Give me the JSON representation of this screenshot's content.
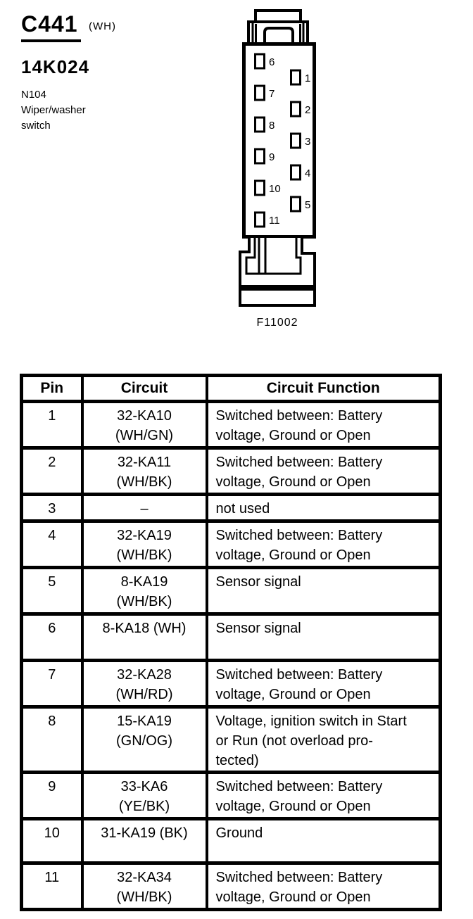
{
  "colors": {
    "ink": "#000000",
    "paper": "#ffffff"
  },
  "header": {
    "connector_id": "C441",
    "connector_color_code": "(WH)",
    "part_number": "14K024",
    "component_lines": [
      "N104",
      "Wiper/washer",
      "switch"
    ]
  },
  "diagram": {
    "figure_number": "F11002",
    "left_pin_labels": [
      "6",
      "7",
      "8",
      "9",
      "10",
      "11"
    ],
    "right_pin_labels": [
      "1",
      "2",
      "3",
      "4",
      "5"
    ]
  },
  "pin_table": {
    "headers": [
      "Pin",
      "Circuit",
      "Circuit Function"
    ],
    "rows": [
      {
        "pin": "1",
        "circuit": [
          "32-KA10",
          "(WH/GN)"
        ],
        "function": [
          "Switched between: Battery",
          "voltage, Ground or Open"
        ]
      },
      {
        "pin": "2",
        "circuit": [
          "32-KA11",
          "(WH/BK)"
        ],
        "function": [
          "Switched between: Battery",
          "voltage, Ground or Open"
        ]
      },
      {
        "pin": "3",
        "circuit": [
          "–"
        ],
        "function": [
          "not used"
        ]
      },
      {
        "pin": "4",
        "circuit": [
          "32-KA19",
          "(WH/BK)"
        ],
        "function": [
          "Switched between: Battery",
          "voltage, Ground or Open"
        ]
      },
      {
        "pin": "5",
        "circuit": [
          "8-KA19",
          "(WH/BK)"
        ],
        "function": [
          "Sensor signal"
        ]
      },
      {
        "pin": "6",
        "circuit": [
          "8-KA18 (WH)"
        ],
        "function": [
          "Sensor signal"
        ]
      },
      {
        "pin": "7",
        "circuit": [
          "32-KA28",
          "(WH/RD)"
        ],
        "function": [
          "Switched between: Battery",
          "voltage, Ground or Open"
        ]
      },
      {
        "pin": "8",
        "circuit": [
          "15-KA19",
          "(GN/OG)"
        ],
        "function": [
          "Voltage, ignition switch in Start",
          "or Run (not overload pro-",
          "tected)"
        ]
      },
      {
        "pin": "9",
        "circuit": [
          "33-KA6",
          "(YE/BK)"
        ],
        "function": [
          "Switched between: Battery",
          "voltage, Ground or Open"
        ]
      },
      {
        "pin": "10",
        "circuit": [
          "31-KA19 (BK)"
        ],
        "function": [
          "Ground"
        ]
      },
      {
        "pin": "11",
        "circuit": [
          "32-KA34",
          "(WH/BK)"
        ],
        "function": [
          "Switched between: Battery",
          "voltage, Ground or Open"
        ]
      }
    ]
  }
}
